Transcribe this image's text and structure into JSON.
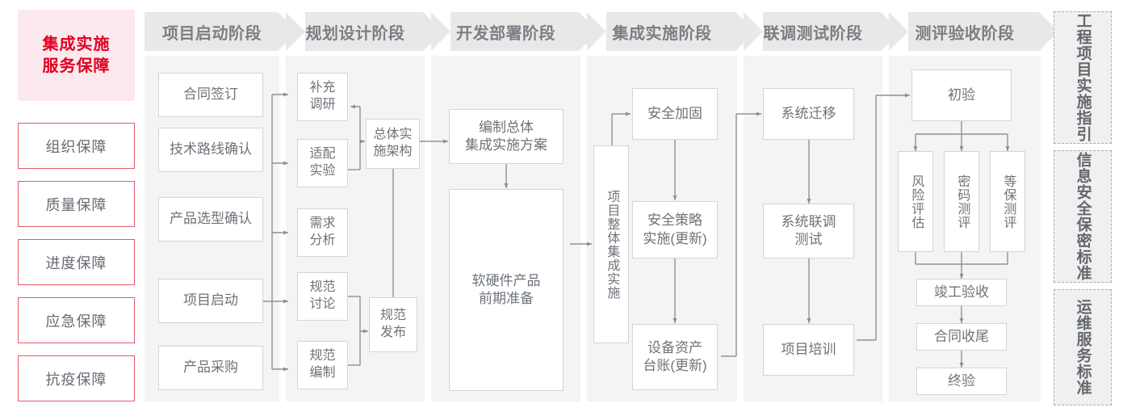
{
  "sidebar": {
    "title": "集成实施\n服务保障",
    "title_line1": "集成实施",
    "title_line2": "服务保障",
    "items": [
      {
        "label": "组织保障"
      },
      {
        "label": "质量保障"
      },
      {
        "label": "进度保障"
      },
      {
        "label": "应急保障"
      },
      {
        "label": "抗疫保障"
      }
    ]
  },
  "phases": [
    {
      "id": "p1",
      "header": "项目启动阶段"
    },
    {
      "id": "p2",
      "header": "规划设计阶段"
    },
    {
      "id": "p3",
      "header": "开发部署阶段"
    },
    {
      "id": "p4",
      "header": "集成实施阶段"
    },
    {
      "id": "p5",
      "header": "联调测试阶段"
    },
    {
      "id": "p6",
      "header": "测评验收阶段"
    }
  ],
  "nodes": {
    "n_contract": "合同签订",
    "n_techroute": "技术路线确认",
    "n_product_sel": "产品选型确认",
    "n_kickoff": "项目启动",
    "n_procure": "产品采购",
    "n_supp_survey_l1": "补充",
    "n_supp_survey_l2": "调研",
    "n_adapt_l1": "适配",
    "n_adapt_l2": "实验",
    "n_req_l1": "需求",
    "n_req_l2": "分析",
    "n_spec_disc_l1": "规范",
    "n_spec_disc_l2": "讨论",
    "n_spec_draft_l1": "规范",
    "n_spec_draft_l2": "编制",
    "n_arch_l1": "总体实",
    "n_arch_l2": "施架构",
    "n_spec_pub_l1": "规范",
    "n_spec_pub_l2": "发布",
    "n_plan_l1": "编制总体",
    "n_plan_l2": "集成实施方案",
    "n_prep_l1": "软硬件产品",
    "n_prep_l2": "前期准备",
    "n_overall_integration": "项目整体集成实施",
    "n_sec_harden": "安全加固",
    "n_sec_policy_l1": "安全策略",
    "n_sec_policy_l2": "实施(更新)",
    "n_asset_l1": "设备资产",
    "n_asset_l2": "台账(更新)",
    "n_sys_migrate": "系统迁移",
    "n_joint_test_l1": "系统联调",
    "n_joint_test_l2": "测试",
    "n_training": "项目培训",
    "n_first_accept": "初验",
    "n_risk_eval": "风险评估",
    "n_crypto_eval": "密码测评",
    "n_grade_eval": "等保测评",
    "n_final_check": "竣工验收",
    "n_contract_close": "合同收尾",
    "n_final_accept": "终验"
  },
  "standards": [
    {
      "label": "工程项目实施指引"
    },
    {
      "label": "信息安全保密标准"
    },
    {
      "label": "运维服务标准"
    }
  ],
  "colors": {
    "accent_red": "#e00020",
    "accent_red_border": "#e4596d",
    "title_bg": "#fce9ed",
    "header_bg": "#e8e8e8",
    "header_text": "#7a7f85",
    "column_bg": "#f4f4f4",
    "node_border": "#d2d4d6",
    "node_text": "#6d7379",
    "link": "#8d9196",
    "std_border": "#a9adb2",
    "std_bg": "#f0f0f0"
  }
}
